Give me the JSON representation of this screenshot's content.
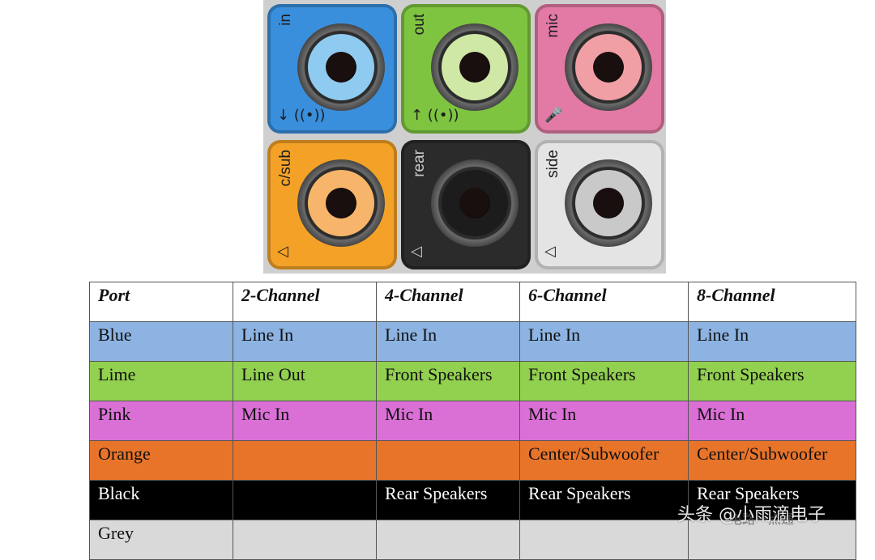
{
  "jacks": [
    {
      "label": "in",
      "color": "#3a8fdc",
      "plastic": "#8fcaf0",
      "symbol": "↓ ((•))"
    },
    {
      "label": "out",
      "color": "#7fc441",
      "plastic": "#cfe8a6",
      "symbol": "↑ ((•))"
    },
    {
      "label": "mic",
      "color": "#e27aa5",
      "plastic": "#f09fa5",
      "symbol": "🎤"
    },
    {
      "label": "c/sub",
      "color": "#f4a227",
      "plastic": "#f6b56a",
      "symbol": "◁"
    },
    {
      "label": "rear",
      "color": "#2b2b2b",
      "plastic": "#1c1c1c",
      "symbol": "◁"
    },
    {
      "label": "side",
      "color": "#e4e4e4",
      "plastic": "#c9c9c9",
      "symbol": "◁"
    }
  ],
  "table": {
    "headers": [
      "Port",
      "2-Channel",
      "4-Channel",
      "6-Channel",
      "8-Channel"
    ],
    "rows": [
      {
        "color": "#8db3e2",
        "text_color": "#111111",
        "cells": [
          "Blue",
          "Line In",
          "Line In",
          "Line In",
          "Line In"
        ]
      },
      {
        "color": "#92d050",
        "text_color": "#111111",
        "cells": [
          "Lime",
          "Line Out",
          "Front Speakers",
          "Front Speakers",
          "Front Speakers"
        ]
      },
      {
        "color": "#da70d6",
        "text_color": "#111111",
        "cells": [
          "Pink",
          "Mic In",
          "Mic In",
          "Mic In",
          "Mic In"
        ]
      },
      {
        "color": "#e8742a",
        "text_color": "#111111",
        "cells": [
          "Orange",
          "",
          "",
          "Center/Subwoofer",
          "Center/Subwoofer"
        ]
      },
      {
        "color": "#000000",
        "text_color": "#ffffff",
        "cells": [
          "Black",
          "",
          "Rear Speakers",
          "Rear Speakers",
          "Rear Speakers"
        ]
      },
      {
        "color": "#d9d9d9",
        "text_color": "#111111",
        "cells": [
          "Grey",
          "",
          "",
          "",
          ""
        ]
      }
    ]
  },
  "watermark": {
    "text": "头条 @小雨滴电子",
    "subtext": "电路一点通"
  }
}
